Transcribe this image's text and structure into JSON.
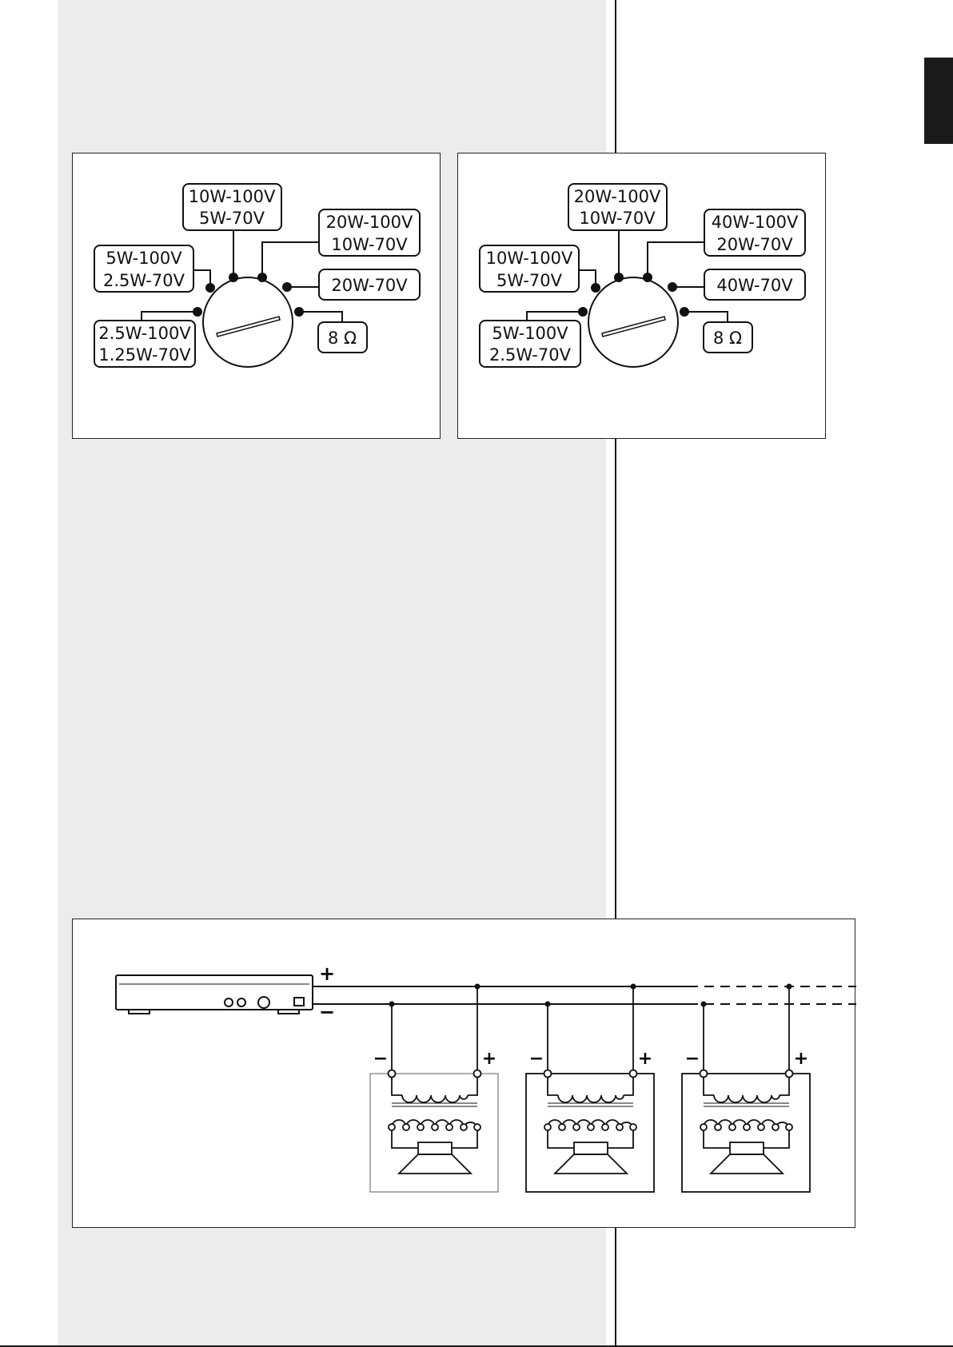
{
  "selector_left": {
    "labels": {
      "top": [
        "10W-100V",
        "5W-70V"
      ],
      "upper_right": [
        "20W-100V",
        "10W-70V"
      ],
      "right": "20W-70V",
      "ohm": "8 Ω",
      "upper_left": [
        "5W-100V",
        "2.5W-70V"
      ],
      "lower_left": [
        "2.5W-100V",
        "1.25W-70V"
      ]
    }
  },
  "selector_right": {
    "labels": {
      "top": [
        "20W-100V",
        "10W-70V"
      ],
      "upper_right": [
        "40W-100V",
        "20W-70V"
      ],
      "right": "40W-70V",
      "ohm": "8 Ω",
      "upper_left": [
        "10W-100V",
        "5W-70V"
      ],
      "lower_left": [
        "5W-100V",
        "2.5W-70V"
      ]
    }
  },
  "wiring": {
    "plus": "+",
    "minus": "−",
    "speaker_count": 3
  }
}
